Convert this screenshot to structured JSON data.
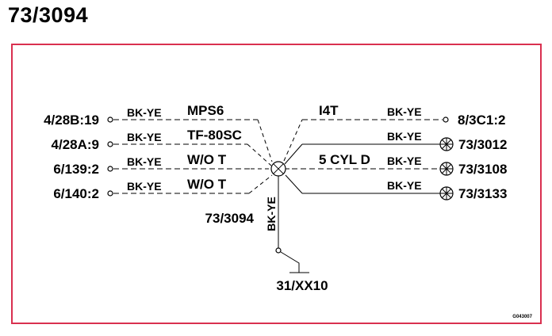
{
  "title": "73/3094",
  "colors": {
    "frame": "#d9304f",
    "line": "#000000"
  },
  "connectors_left": [
    {
      "label": "4/28B:19",
      "terminal": "open-circle",
      "wire": "BK-YE",
      "note": "MPS6",
      "style": "dashed"
    },
    {
      "label": "4/28A:9",
      "terminal": "open-circle",
      "wire": "BK-YE",
      "note": "TF-80SC",
      "style": "dashed"
    },
    {
      "label": "6/139:2",
      "terminal": "open-circle",
      "wire": "BK-YE",
      "note": "W/O T",
      "style": "dashed"
    },
    {
      "label": "6/140:2",
      "terminal": "open-circle",
      "wire": "BK-YE",
      "note": "W/O T",
      "style": "dashed"
    }
  ],
  "connectors_right": [
    {
      "label": "8/3C1:2",
      "terminal": "open-circle",
      "wire": "BK-YE",
      "note": "I4T",
      "style": "dashed"
    },
    {
      "label": "73/3012",
      "terminal": "lamp",
      "wire": "BK-YE",
      "note": "",
      "style": "solid"
    },
    {
      "label": "73/3108",
      "terminal": "lamp",
      "wire": "BK-YE",
      "note": "5 CYL D",
      "style": "dashed"
    },
    {
      "label": "73/3133",
      "terminal": "lamp",
      "wire": "BK-YE",
      "note": "",
      "style": "solid"
    }
  ],
  "junction": {
    "label": "73/3094"
  },
  "ground": {
    "wire": "BK-YE",
    "label": "31/XX10"
  },
  "code": "G043007"
}
